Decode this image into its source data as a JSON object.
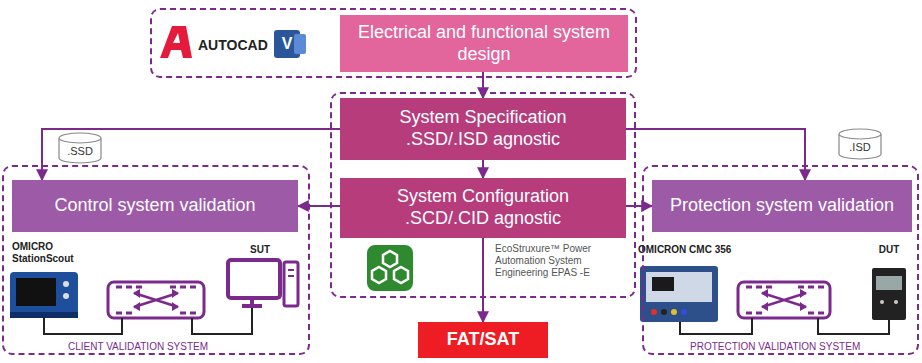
{
  "diagram": {
    "nodes": [
      {
        "text": [
          "AUTOCAD"
        ]
      },
      {
        "text": [
          "Electrical and functional system design"
        ],
        "in": 0
      },
      {
        "text": [
          "EcoStruxure™ Power Automation System Engineering EPAS -E"
        ]
      },
      {
        "text": [
          "System Specification",
          ".SSD/.ISD agnostic"
        ],
        "in": 2
      },
      {
        "text": [
          "System Configuration",
          ".SCD/.CID agnostic"
        ],
        "in": 2
      },
      {
        "text": [
          "CLIENT VALIDATION SYSTEM"
        ]
      },
      {
        "text": [
          "Control system validation"
        ],
        "in": 5
      },
      {
        "text": [
          "PROTECTION VALIDATION SYSTEM"
        ]
      },
      {
        "text": [
          "Protection system validation"
        ],
        "in": 7
      },
      {
        "text": [
          ".SSD"
        ]
      },
      {
        "text": [
          ".ISD"
        ]
      },
      {
        "text": [
          "FAT/SAT"
        ]
      }
    ],
    "edges": [
      {
        "from": 1,
        "to": 3,
        "arrow": "to"
      },
      {
        "from": 3,
        "to": 4,
        "arrow": "to"
      },
      {
        "from": 3,
        "to": 6,
        "arrow": "to"
      },
      {
        "from": 3,
        "to": 8,
        "arrow": "to"
      },
      {
        "from": 4,
        "to": 6,
        "arrow": "to"
      },
      {
        "from": 4,
        "to": 8,
        "arrow": "to"
      },
      {
        "from": 4,
        "to": 11,
        "arrow": "to"
      }
    ],
    "labels": [
      "V",
      "OMICRO StationScout",
      "SUT",
      "OMICRON CMC 356",
      "DUT"
    ]
  }
}
